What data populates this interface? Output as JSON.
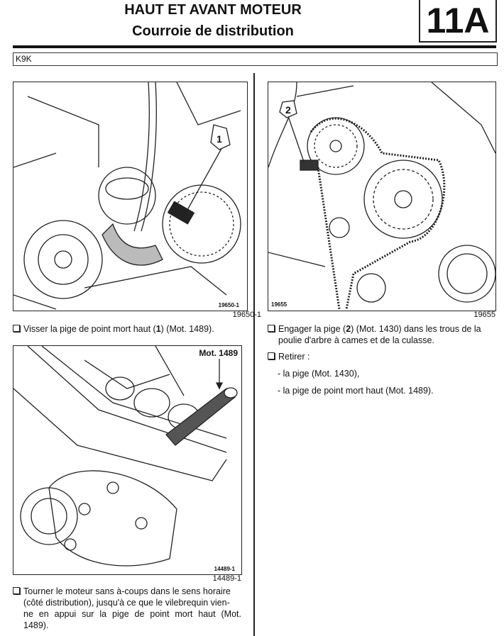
{
  "header": {
    "title": "HAUT ET AVANT MOTEUR",
    "subtitle": "Courroie de distribution",
    "section": "11A"
  },
  "engine_code": "K9K",
  "left": {
    "figure1": {
      "inner_label": "19650-1",
      "caption": "19650-1",
      "callout": "1"
    },
    "step1": {
      "pre": "Visser la pige de point mort haut (",
      "bold": "1",
      "post": ")  (Mot. 1489)."
    },
    "figure2": {
      "inner_label": "14489-1",
      "caption": "14489-1",
      "tool_label": "Mot. 1489"
    },
    "step2": [
      "Tourner le moteur sans à-coups dans le sens horaire",
      "(côté distribution), jusqu'à ce que le vilebrequin vien-",
      "ne en appui sur la pige de point mort haut (Mot.",
      "1489)."
    ]
  },
  "right": {
    "figure": {
      "inner_label": "19655",
      "caption": "19655",
      "callout": "2"
    },
    "step1": {
      "pre": "Engager la pige (",
      "bold": "2",
      "post": ")  (Mot. 1430) dans les trous de la",
      "line2": "poulie d'arbre à cames et de la culasse."
    },
    "step2": "Retirer :",
    "sub": [
      "- la pige (Mot. 1430),",
      "- la pige de point mort haut (Mot. 1489)."
    ]
  }
}
